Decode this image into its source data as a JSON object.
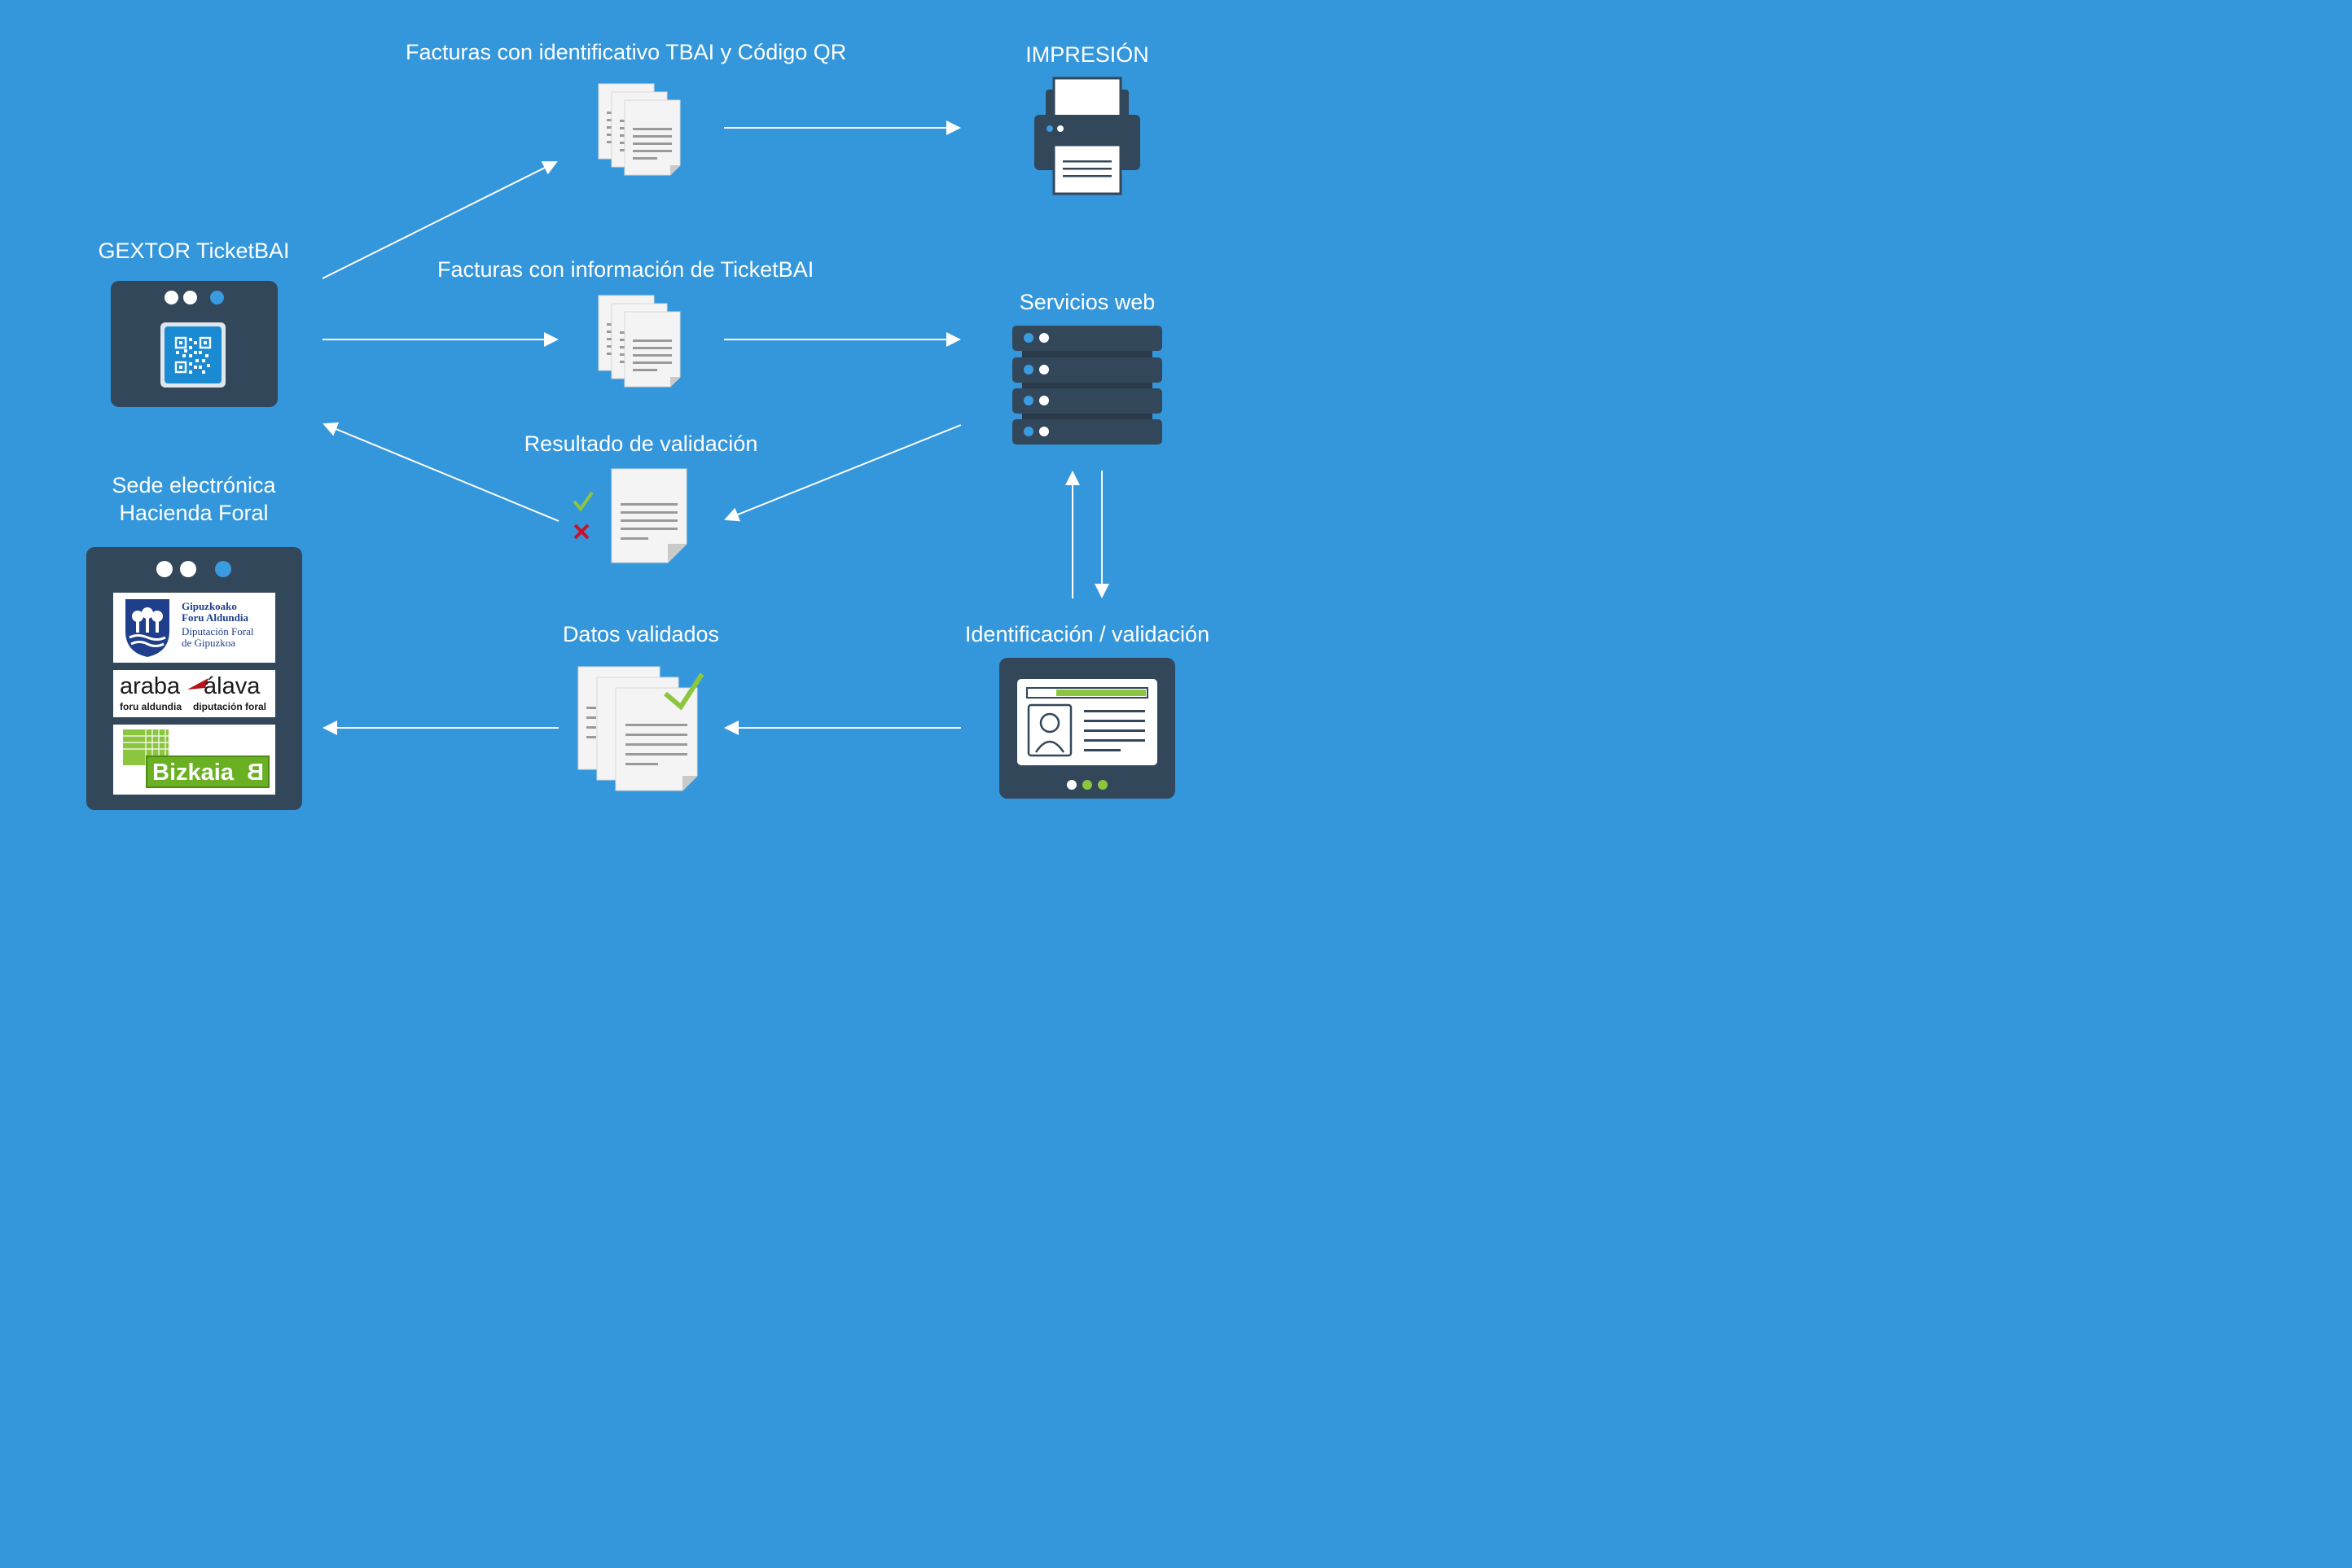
{
  "labels": {
    "gextor": "GEXTOR TicketBAI",
    "facturas_tbai_qr": "Facturas con identificativo TBAI y Código QR",
    "impresion": "IMPRESIÓN",
    "facturas_info": "Facturas con información de TicketBAI",
    "servicios_web": "Servicios web",
    "resultado": "Resultado de validación",
    "sede_line1": "Sede electrónica",
    "sede_line2": "Hacienda Foral",
    "datos_validados": "Datos validados",
    "identificacion": "Identificación / validación"
  },
  "logos": {
    "gipuzkoa": {
      "line1": "Gipuzkoako",
      "line2": "Foru Aldundia",
      "line3": "Diputación Foral",
      "line4": "de Gipuzkoa"
    },
    "alava": {
      "word1": "araba",
      "word2": "álava",
      "sub1": "foru aldundia",
      "sub2": "diputación foral"
    },
    "bizkaia": {
      "word": "Bizkaia",
      "suffix": "B"
    }
  },
  "colors": {
    "background": "#3497db",
    "panel": "#33475b",
    "accent_blue": "#3a9be0",
    "accent_green": "#8cc63f",
    "error_red": "#c8102e"
  },
  "icons": {
    "printer": "printer-icon",
    "server": "server-icon",
    "id_card": "id-card-icon",
    "qr": "qr-code-icon",
    "documents": "documents-icon",
    "check": "check-icon",
    "cross": "cross-icon"
  }
}
